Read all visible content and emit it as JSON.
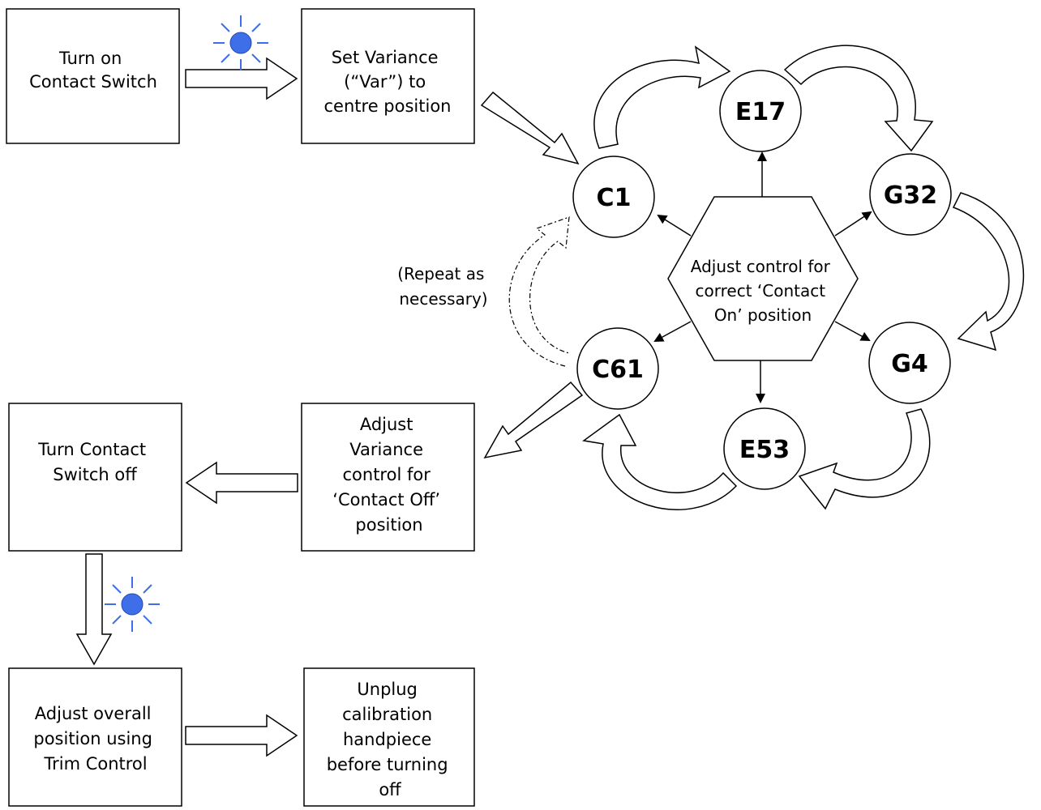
{
  "boxes": {
    "turn_on_contact_switch": [
      "Turn on",
      "Contact Switch"
    ],
    "set_variance": [
      "Set Variance",
      "(“Var”) to",
      "centre position"
    ],
    "adjust_variance_off": [
      "Adjust",
      "Variance",
      "control for",
      "‘Contact Off’",
      "position"
    ],
    "turn_contact_switch_off": [
      "Turn Contact",
      "Switch off"
    ],
    "adjust_overall_position": [
      "Adjust overall",
      "position using",
      "Trim Control"
    ],
    "unplug_handpiece": [
      "Unplug",
      "calibration",
      "handpiece",
      "before turning",
      "off"
    ]
  },
  "nodes": {
    "c1": "C1",
    "e17": "E17",
    "g32": "G32",
    "g4": "G4",
    "e53": "E53",
    "c61": "C61"
  },
  "hexagon": [
    "Adjust control for",
    "correct ‘Contact",
    "On’ position"
  ],
  "repeat_note": [
    "(Repeat as",
    "necessary)"
  ],
  "colors": {
    "light_indicator": "#3f6fe8",
    "line": "#000000",
    "background": "#ffffff"
  },
  "icons": {
    "indicator": "sun-light-icon"
  }
}
